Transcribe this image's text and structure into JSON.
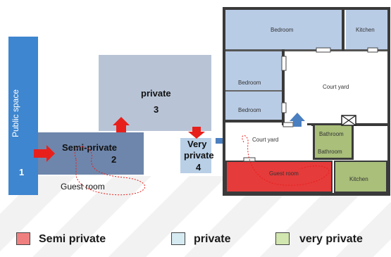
{
  "zones": {
    "public": {
      "label": "Public space",
      "number": "1"
    },
    "semi_private": {
      "label": "Semi-private",
      "number": "2"
    },
    "private": {
      "label": "private",
      "number": "3"
    },
    "very_private": {
      "label_line1": "Very",
      "label_line2": "private",
      "number": "4"
    },
    "guest_room_label": "Guest room"
  },
  "floor_plan": {
    "rooms": {
      "bedroom_top": "Bedroom",
      "kitchen_top": "Kitchen",
      "bedroom_mid": "Bedroom",
      "bedroom_low": "Bedroom",
      "court_yard_main": "Court yard",
      "court_yard_small": "Court yard",
      "bathroom_1": "Bathroom",
      "bathroom_2": "Bathroom",
      "guest_room": "Guest room",
      "kitchen_bottom": "Kitchen"
    }
  },
  "legend": [
    {
      "label": "Semi private",
      "color": "#f08080"
    },
    {
      "label": "private",
      "color": "#d6eaf2"
    },
    {
      "label": "very private",
      "color": "#d2e6b0"
    }
  ],
  "colors": {
    "public": "#3e86cf",
    "semi": "#6e86ab",
    "private": "#b8c4d6",
    "very": "#b8cfe6",
    "arrow_red": "#e8201c",
    "arrow_blue": "#4a7fc0",
    "guest_room_fill": "#e53b3b",
    "bath_kitchen_fill": "#a9bf7a",
    "bedroom_fill": "#b9cce6"
  }
}
